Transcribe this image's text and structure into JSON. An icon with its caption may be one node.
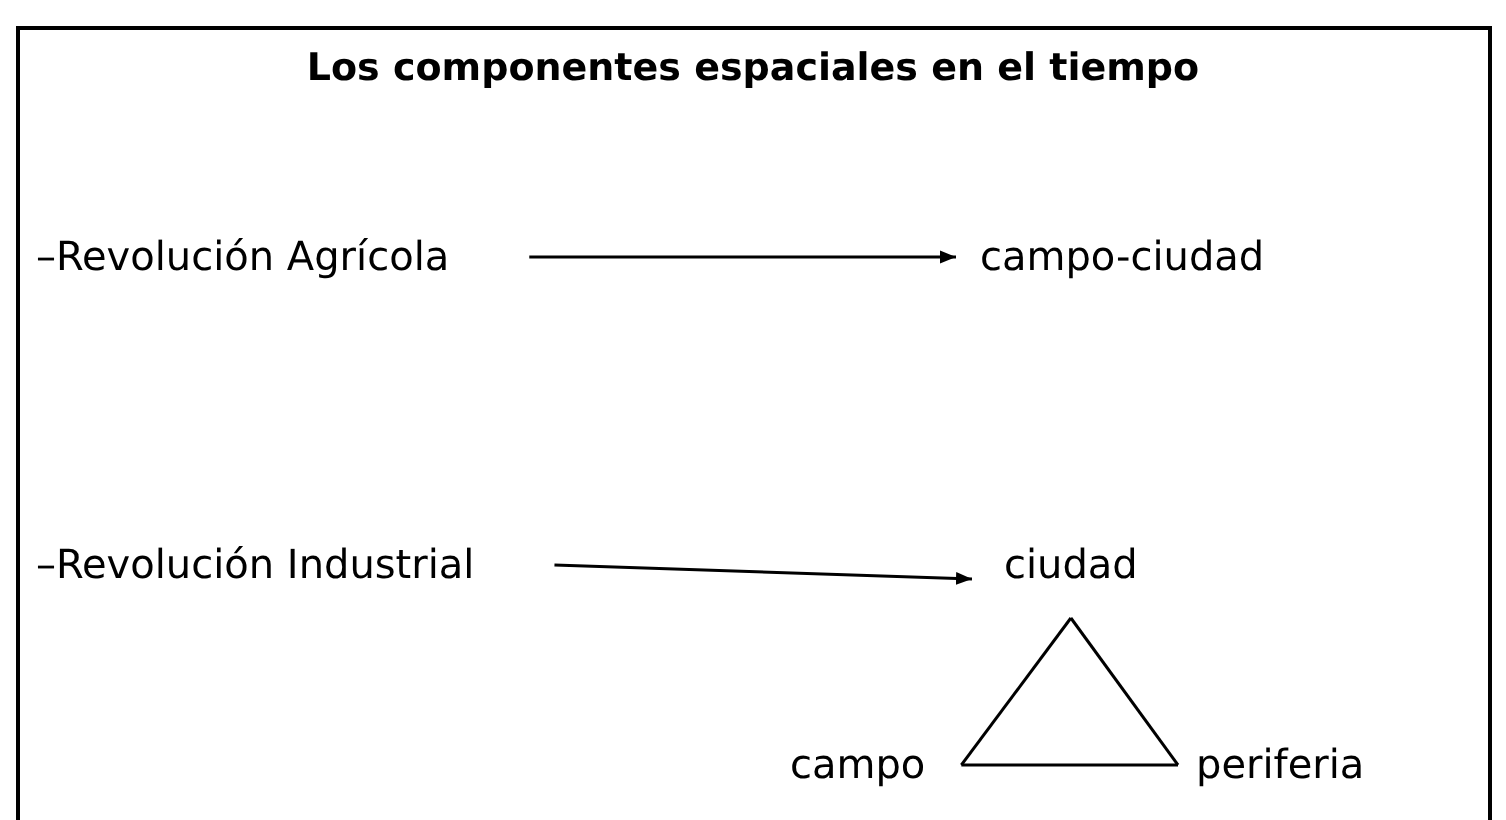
{
  "diagram": {
    "title": "Los componentes espaciales en el tiempo",
    "nodes": [
      {
        "text": [
          "–Revolución Agrícola"
        ]
      },
      {
        "text": [
          "campo-ciudad"
        ]
      },
      {
        "text": [
          "–Revolución Industrial"
        ]
      },
      {
        "text": [
          "ciudad"
        ]
      },
      {
        "text": [
          "campo"
        ]
      },
      {
        "text": [
          "periferia"
        ]
      }
    ],
    "edges": [
      {
        "from": 0,
        "to": 1,
        "arrow": "to"
      },
      {
        "from": 2,
        "to": 3,
        "arrow": "to"
      },
      {
        "from": 3,
        "to": 4,
        "arrow": "none"
      },
      {
        "from": 3,
        "to": 5,
        "arrow": "none"
      },
      {
        "from": 4,
        "to": 5,
        "arrow": "none"
      }
    ]
  }
}
